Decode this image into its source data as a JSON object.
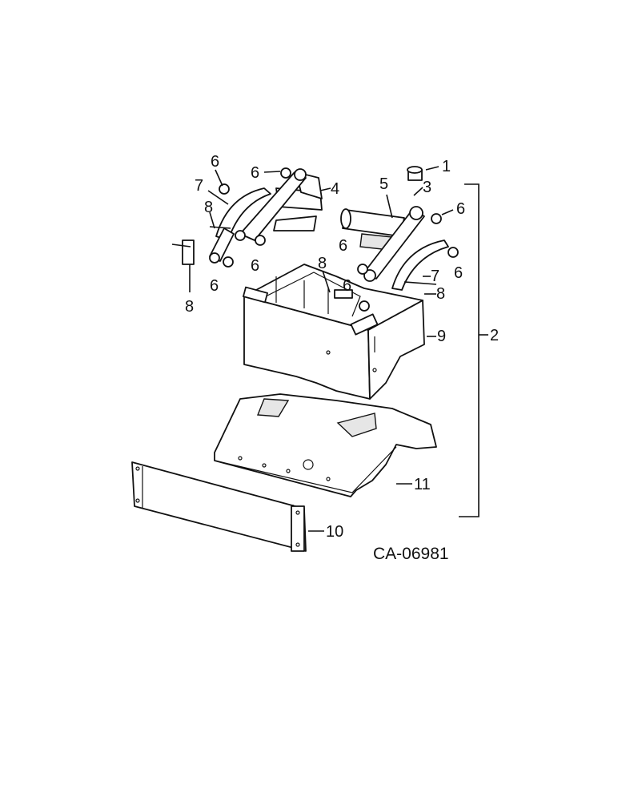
{
  "drawing_code": "CA-06981",
  "callouts": [
    "1",
    "2",
    "3",
    "4",
    "5",
    "6",
    "7",
    "8",
    "9",
    "10",
    "11"
  ],
  "labels": {
    "c1": "1",
    "c2": "2",
    "c3": "3",
    "c4": "4",
    "c5": "5",
    "c6": "6",
    "c7": "7",
    "c8": "8",
    "c9": "9",
    "c10": "10",
    "c11": "11"
  }
}
